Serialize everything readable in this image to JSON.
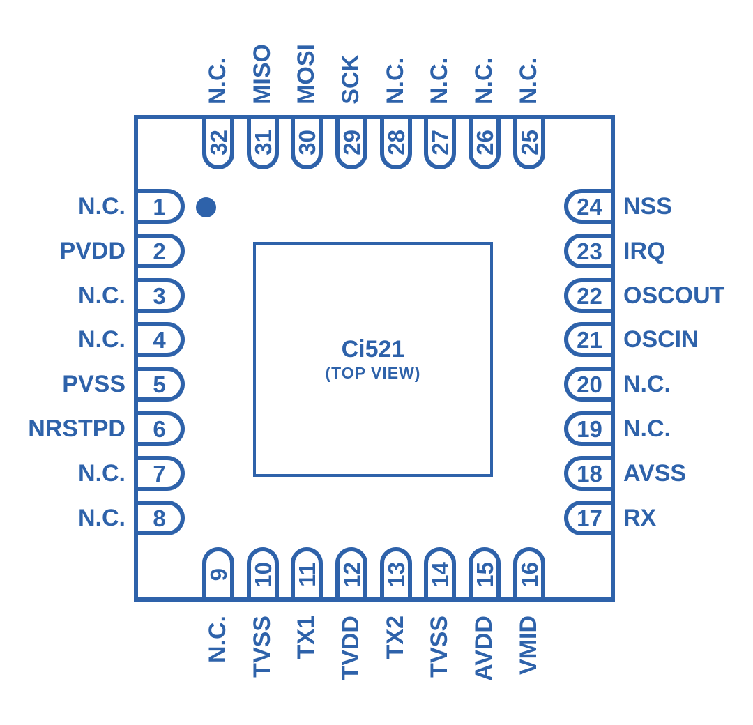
{
  "diagram": {
    "chip_name": "Ci521",
    "view_label": "(TOP VIEW)",
    "accent_color": "#2e62aa",
    "pin1_marker": "filled-circle"
  },
  "pins": {
    "left": [
      {
        "number": "1",
        "label": "N.C."
      },
      {
        "number": "2",
        "label": "PVDD"
      },
      {
        "number": "3",
        "label": "N.C."
      },
      {
        "number": "4",
        "label": "N.C."
      },
      {
        "number": "5",
        "label": "PVSS"
      },
      {
        "number": "6",
        "label": "NRSTPD"
      },
      {
        "number": "7",
        "label": "N.C."
      },
      {
        "number": "8",
        "label": "N.C."
      }
    ],
    "right": [
      {
        "number": "24",
        "label": "NSS"
      },
      {
        "number": "23",
        "label": "IRQ"
      },
      {
        "number": "22",
        "label": "OSCOUT"
      },
      {
        "number": "21",
        "label": "OSCIN"
      },
      {
        "number": "20",
        "label": "N.C."
      },
      {
        "number": "19",
        "label": "N.C."
      },
      {
        "number": "18",
        "label": "AVSS"
      },
      {
        "number": "17",
        "label": "RX"
      }
    ],
    "top": [
      {
        "number": "32",
        "label": "N.C."
      },
      {
        "number": "31",
        "label": "MISO"
      },
      {
        "number": "30",
        "label": "MOSI"
      },
      {
        "number": "29",
        "label": "SCK"
      },
      {
        "number": "28",
        "label": "N.C."
      },
      {
        "number": "27",
        "label": "N.C."
      },
      {
        "number": "26",
        "label": "N.C."
      },
      {
        "number": "25",
        "label": "N.C."
      }
    ],
    "bottom": [
      {
        "number": "9",
        "label": "N.C."
      },
      {
        "number": "10",
        "label": "TVSS"
      },
      {
        "number": "11",
        "label": "TX1"
      },
      {
        "number": "12",
        "label": "TVDD"
      },
      {
        "number": "13",
        "label": "TX2"
      },
      {
        "number": "14",
        "label": "TVSS"
      },
      {
        "number": "15",
        "label": "AVDD"
      },
      {
        "number": "16",
        "label": "VMID"
      }
    ]
  }
}
